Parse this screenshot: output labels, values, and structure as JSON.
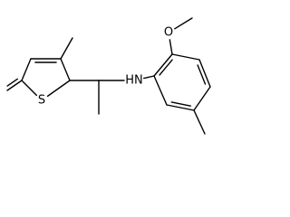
{
  "molecule": {
    "atoms": [
      {
        "element": "C",
        "label": ""
      },
      {
        "element": "C",
        "label": ""
      },
      {
        "element": "C",
        "label": ""
      },
      {
        "element": "C",
        "label": ""
      },
      {
        "element": "S",
        "label": "S"
      },
      {
        "element": "C",
        "label": ""
      },
      {
        "element": "C",
        "label": ""
      },
      {
        "element": "C",
        "label": ""
      },
      {
        "element": "C",
        "label": ""
      },
      {
        "element": "N",
        "label": "HN"
      },
      {
        "element": "C",
        "label": ""
      },
      {
        "element": "C",
        "label": ""
      },
      {
        "element": "O",
        "label": "O"
      },
      {
        "element": "C",
        "label": ""
      },
      {
        "element": "C",
        "label": ""
      },
      {
        "element": "C",
        "label": ""
      },
      {
        "element": "C",
        "label": ""
      },
      {
        "element": "C",
        "label": ""
      },
      {
        "element": "C",
        "label": ""
      }
    ],
    "bonds": [
      {
        "a": 0,
        "b": 1,
        "order": 1
      },
      {
        "a": 1,
        "b": 2,
        "order": 2
      },
      {
        "a": 2,
        "b": 3,
        "order": 1
      },
      {
        "a": 3,
        "b": 4,
        "order": 1
      },
      {
        "a": 4,
        "b": 0,
        "order": 1
      },
      {
        "a": 3,
        "b": 5,
        "order": 2
      },
      {
        "a": 1,
        "b": 6,
        "order": 1
      },
      {
        "a": 0,
        "b": 7,
        "order": 1
      },
      {
        "a": 7,
        "b": 8,
        "order": 1
      },
      {
        "a": 7,
        "b": 9,
        "order": 1
      },
      {
        "a": 9,
        "b": 10,
        "order": 1
      },
      {
        "a": 10,
        "b": 11,
        "order": 2
      },
      {
        "a": 11,
        "b": 12,
        "order": 1
      },
      {
        "a": 12,
        "b": 13,
        "order": 1
      },
      {
        "a": 11,
        "b": 14,
        "order": 1
      },
      {
        "a": 14,
        "b": 15,
        "order": 2
      },
      {
        "a": 15,
        "b": 16,
        "order": 1
      },
      {
        "a": 16,
        "b": 17,
        "order": 2
      },
      {
        "a": 17,
        "b": 10,
        "order": 1
      },
      {
        "a": 16,
        "b": 18,
        "order": 1
      }
    ]
  }
}
